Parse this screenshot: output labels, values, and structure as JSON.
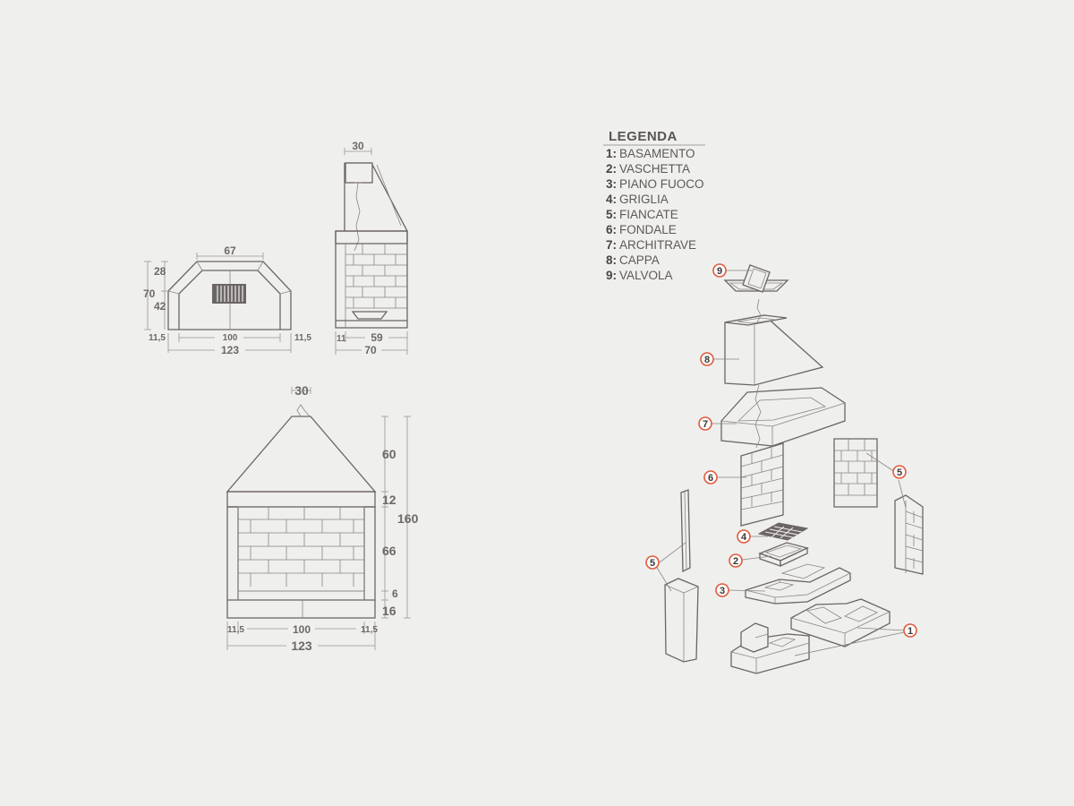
{
  "legend": {
    "title": "LEGENDA",
    "items": [
      {
        "num": "1:",
        "label": "BASAMENTO"
      },
      {
        "num": "2:",
        "label": "VASCHETTA"
      },
      {
        "num": "3:",
        "label": "PIANO FUOCO"
      },
      {
        "num": "4:",
        "label": "GRIGLIA"
      },
      {
        "num": "5:",
        "label": "FIANCATE"
      },
      {
        "num": "6:",
        "label": "FONDALE"
      },
      {
        "num": "7:",
        "label": "ARCHITRAVE"
      },
      {
        "num": "8:",
        "label": "CAPPA"
      },
      {
        "num": "9:",
        "label": "VALVOLA"
      }
    ]
  },
  "top_view": {
    "width_top": "67",
    "h_upper": "28",
    "h_total": "70",
    "h_lower": "42",
    "side_left": "11,5",
    "inner": "100",
    "side_right": "11,5",
    "total": "123"
  },
  "side_view": {
    "flue": "30",
    "wall": "11",
    "depth_inner": "59",
    "depth_total": "70"
  },
  "front_view": {
    "flue": "30",
    "h_hood": "60",
    "h_lintel": "12",
    "h_total": "160",
    "h_opening": "66",
    "h_hearth": "6",
    "h_base": "16",
    "side_left": "11,5",
    "inner": "100",
    "side_right": "11,5",
    "total": "123"
  },
  "badges": [
    "9",
    "8",
    "7",
    "6",
    "5",
    "4",
    "2",
    "5",
    "3",
    "1"
  ]
}
